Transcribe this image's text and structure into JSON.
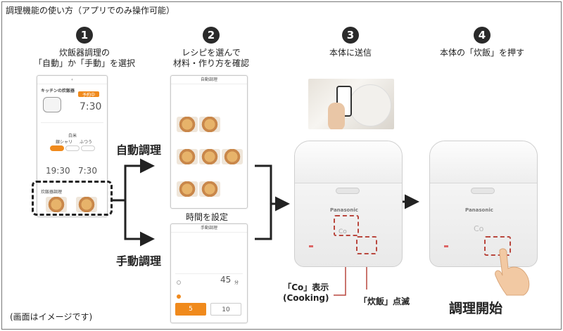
{
  "header": {
    "title": "調理機能の使い方（アプリでのみ操作可能）"
  },
  "steps": [
    {
      "num": "1",
      "line1": "炊飯器調理の",
      "line2": "「自動」か「手動」を選択"
    },
    {
      "num": "2",
      "line1": "レシピを選んで",
      "line2": "材料・作り方を確認"
    },
    {
      "num": "3",
      "line1": "本体に送信",
      "line2": ""
    },
    {
      "num": "4",
      "line1": "本体の「炊飯」を押す",
      "line2": ""
    }
  ],
  "labels": {
    "auto": "自動調理",
    "manual": "手動調理",
    "set_time": "時間を設定",
    "co_display_1": "「Co」表示",
    "co_display_2": "(Cooking)",
    "blink": "「炊飯」点滅",
    "start": "調理開始",
    "note": "(画面はイメージです)"
  },
  "phone1": {
    "title": "キッチンの炊飯器",
    "orange": "予約中",
    "time1": "7:30",
    "course": "白米",
    "opt_a": "銀シャリ",
    "opt_b": "ふつう",
    "time2": "19:30",
    "time3": "7:30",
    "cooking": "炊飯器調理"
  },
  "phone2": {
    "title": "自動調理"
  },
  "phone3": {
    "title": "手動調理",
    "minutes": "45",
    "unit": "分",
    "btn1": "5",
    "btn2": "10"
  },
  "cooker": {
    "brand": "Panasonic",
    "co": "Co"
  },
  "colors": {
    "orange": "#f08a1c",
    "dash": "#b9473e",
    "arrow": "#222222",
    "red_line": "#b9473e"
  }
}
